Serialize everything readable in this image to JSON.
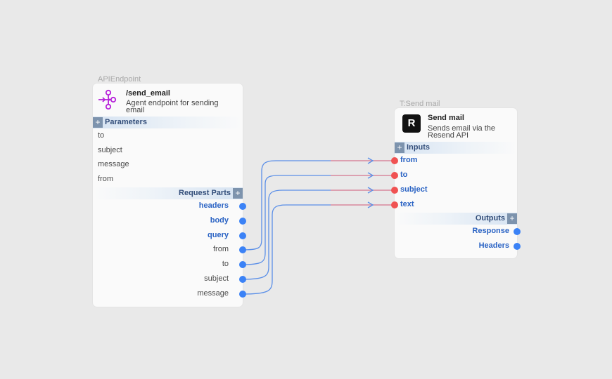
{
  "colors": {
    "canvas": "#e9e9e9",
    "node_bg": "#fafafa",
    "port_out": "#3b82f6",
    "port_in": "#f05252",
    "wire": "#5b8fe8",
    "accent_icon": "#b621d9",
    "section_bg": "#d6e3f2"
  },
  "api_node": {
    "type_label": "APIEndpoint",
    "title": "/send_email",
    "description": "Agent endpoint for sending email",
    "icon": "split-flow-icon",
    "parameters_label": "Parameters",
    "parameters": [
      "to",
      "subject",
      "message",
      "from"
    ],
    "request_parts_label": "Request Parts",
    "request_parts": [
      "headers",
      "body",
      "query",
      "from",
      "to",
      "subject",
      "message"
    ]
  },
  "mail_node": {
    "type_label": "T:Send mail",
    "title": "Send mail",
    "description": "Sends email via the Resend API",
    "icon_letter": "R",
    "inputs_label": "Inputs",
    "inputs": [
      "from",
      "to",
      "subject",
      "text"
    ],
    "outputs_label": "Outputs",
    "outputs": [
      "Response",
      "Headers"
    ]
  },
  "section_toggle": "+",
  "connections": [
    {
      "from": "api_node.request_parts.from",
      "to": "mail_node.inputs.from"
    },
    {
      "from": "api_node.request_parts.to",
      "to": "mail_node.inputs.to"
    },
    {
      "from": "api_node.request_parts.subject",
      "to": "mail_node.inputs.subject"
    },
    {
      "from": "api_node.request_parts.message",
      "to": "mail_node.inputs.text"
    }
  ]
}
